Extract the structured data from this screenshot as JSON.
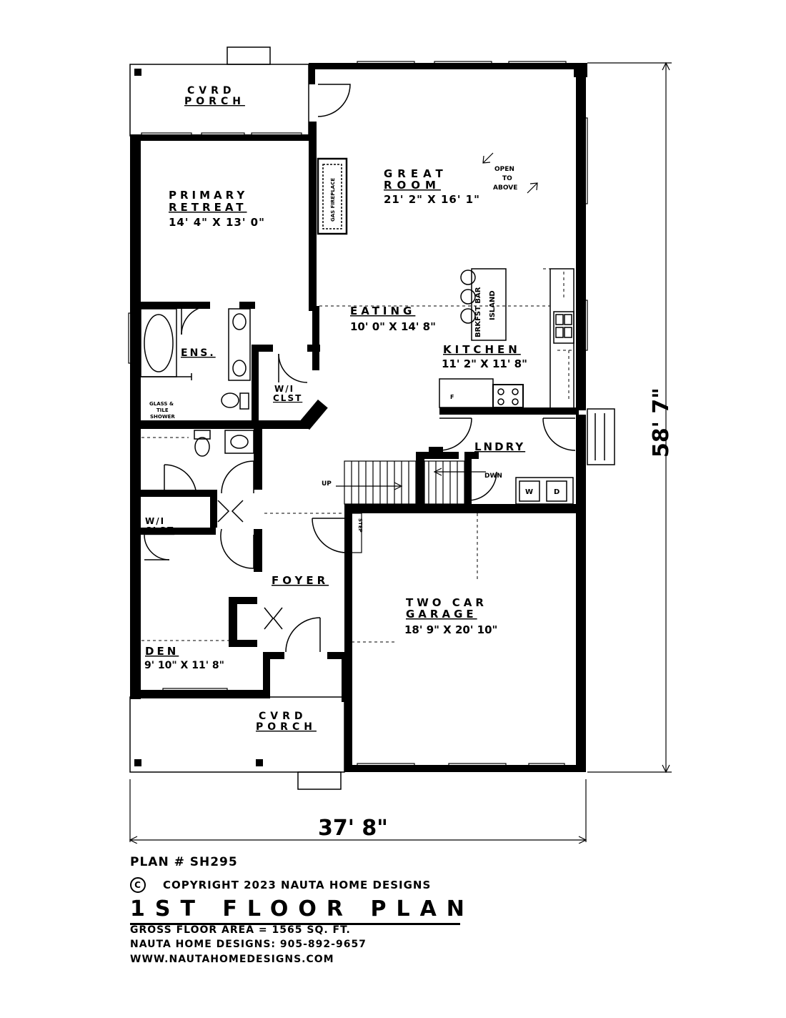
{
  "rooms": {
    "porch_top": [
      "CVRD",
      "PORCH"
    ],
    "great_room": [
      "GREAT",
      "ROOM",
      "21' 2\" X 16' 1\""
    ],
    "open_to_above": [
      "OPEN",
      "TO",
      "ABOVE"
    ],
    "primary": [
      "PRIMARY",
      "RETREAT",
      "14' 4\" X 13' 0\""
    ],
    "gas_fireplace": "GAS FIREPLACE",
    "eating": [
      "EATING",
      "10' 0\" X 14' 8\""
    ],
    "brkfst_bar": "BRKFST BAR",
    "island": "ISLAND",
    "kitchen": [
      "KITCHEN",
      "11' 2\" X 11' 8\""
    ],
    "ens": "ENS.",
    "wic_primary": [
      "W/I",
      "CLST"
    ],
    "shower": [
      "GLASS &",
      "TILE",
      "SHOWER"
    ],
    "fridge": "F",
    "lndry": "LNDRY",
    "up": "UP",
    "dwn": "DWN",
    "washer": "W",
    "dryer": "D",
    "wic_den": [
      "W/I",
      "CLST"
    ],
    "step": "STEP",
    "foyer": "FOYER",
    "garage": [
      "TWO CAR",
      "GARAGE",
      "18' 9\" X 20' 10\""
    ],
    "den": [
      "DEN",
      "9' 10\" X 11' 8\""
    ],
    "porch_bottom": [
      "CVRD",
      "PORCH"
    ]
  },
  "dimensions": {
    "width": "37' 8\"",
    "depth": "58' 7\""
  },
  "footer": {
    "plan_number": "PLAN # SH295",
    "copyright_symbol": "C",
    "copyright": "COPYRIGHT 2023 NAUTA HOME DESIGNS",
    "title": "1ST FLOOR PLAN",
    "gross_area": "GROSS FLOOR AREA = 1565 SQ. FT.",
    "phone": "NAUTA HOME DESIGNS: 905-892-9657",
    "website": "WWW.NAUTAHOMEDESIGNS.COM"
  }
}
